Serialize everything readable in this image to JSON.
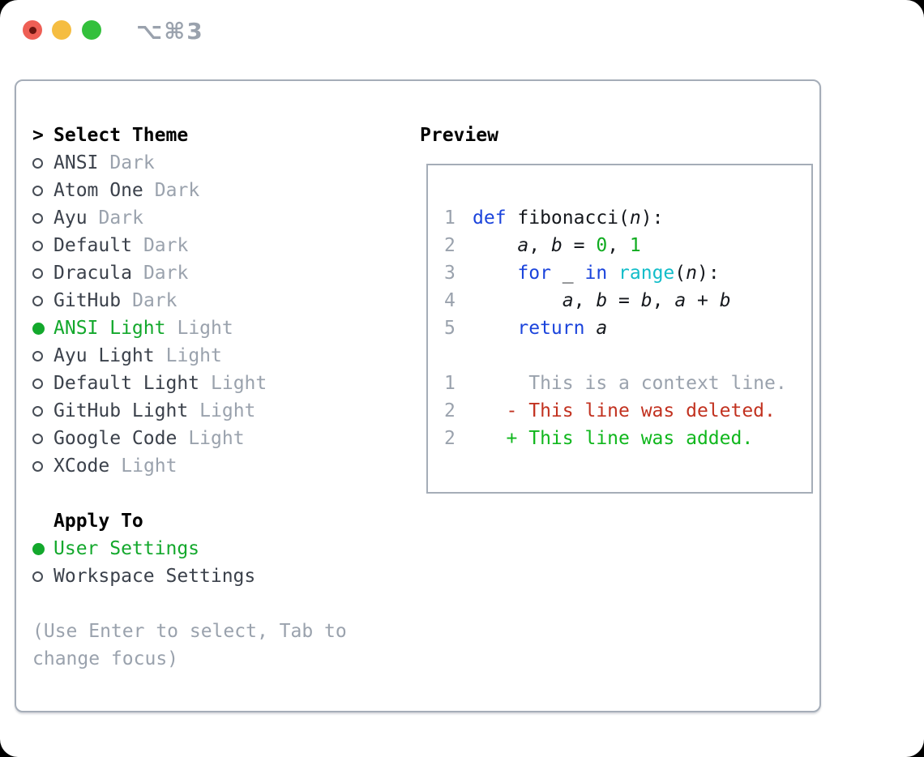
{
  "window": {
    "shortcut": "⌥⌘3",
    "traffic_lights": [
      "close",
      "minimize",
      "zoom"
    ]
  },
  "colors": {
    "traffic_red": "#ee5f55",
    "traffic_yellow": "#f5bd41",
    "traffic_green": "#33c03c",
    "panel_border": "#a5adb8",
    "muted_gray": "#9aa2ad",
    "text_dark": "#3b414b",
    "accent_green": "#13a82c",
    "token_blue": "#1b44dc",
    "token_cyan": "#12bdc9",
    "token_number_green": "#0fab1f",
    "diff_red": "#c23220",
    "diff_add_green": "#10b71d"
  },
  "theme_panel": {
    "prompt": ">",
    "title": "Select Theme",
    "themes": [
      {
        "name": "ANSI",
        "tag": "Dark",
        "selected": false
      },
      {
        "name": "Atom One",
        "tag": "Dark",
        "selected": false
      },
      {
        "name": "Ayu",
        "tag": "Dark",
        "selected": false
      },
      {
        "name": "Default",
        "tag": "Dark",
        "selected": false
      },
      {
        "name": "Dracula",
        "tag": "Dark",
        "selected": false
      },
      {
        "name": "GitHub",
        "tag": "Dark",
        "selected": false
      },
      {
        "name": "ANSI Light",
        "tag": "Light",
        "selected": true
      },
      {
        "name": "Ayu Light",
        "tag": "Light",
        "selected": false
      },
      {
        "name": "Default Light",
        "tag": "Light",
        "selected": false
      },
      {
        "name": "GitHub Light",
        "tag": "Light",
        "selected": false
      },
      {
        "name": "Google Code",
        "tag": "Light",
        "selected": false
      },
      {
        "name": "XCode",
        "tag": "Light",
        "selected": false
      }
    ],
    "apply_to": {
      "title": "Apply To",
      "options": [
        {
          "label": "User Settings",
          "selected": true
        },
        {
          "label": "Workspace Settings",
          "selected": false
        }
      ]
    },
    "help_lines": [
      "(Use Enter to select, Tab to",
      "change focus)"
    ]
  },
  "preview": {
    "title": "Preview",
    "code_lines": [
      {
        "num": "1",
        "segments": [
          {
            "t": "def",
            "c": "kw"
          },
          {
            "t": " fibonacci(",
            "c": "plain"
          },
          {
            "t": "n",
            "c": "var"
          },
          {
            "t": "):",
            "c": "plain"
          }
        ]
      },
      {
        "num": "2",
        "segments": [
          {
            "t": "    ",
            "c": "plain"
          },
          {
            "t": "a",
            "c": "var"
          },
          {
            "t": ", ",
            "c": "plain"
          },
          {
            "t": "b",
            "c": "var"
          },
          {
            "t": " = ",
            "c": "plain"
          },
          {
            "t": "0",
            "c": "numlit"
          },
          {
            "t": ", ",
            "c": "plain"
          },
          {
            "t": "1",
            "c": "numlit"
          }
        ]
      },
      {
        "num": "3",
        "segments": [
          {
            "t": "    ",
            "c": "plain"
          },
          {
            "t": "for",
            "c": "kw"
          },
          {
            "t": " _ ",
            "c": "plain"
          },
          {
            "t": "in",
            "c": "kw"
          },
          {
            "t": " ",
            "c": "plain"
          },
          {
            "t": "range",
            "c": "fn"
          },
          {
            "t": "(",
            "c": "plain"
          },
          {
            "t": "n",
            "c": "var"
          },
          {
            "t": "):",
            "c": "plain"
          }
        ]
      },
      {
        "num": "4",
        "segments": [
          {
            "t": "        ",
            "c": "plain"
          },
          {
            "t": "a",
            "c": "var"
          },
          {
            "t": ", ",
            "c": "plain"
          },
          {
            "t": "b",
            "c": "var"
          },
          {
            "t": " = ",
            "c": "plain"
          },
          {
            "t": "b",
            "c": "var"
          },
          {
            "t": ", ",
            "c": "plain"
          },
          {
            "t": "a",
            "c": "var"
          },
          {
            "t": " + ",
            "c": "plain"
          },
          {
            "t": "b",
            "c": "var"
          }
        ]
      },
      {
        "num": "5",
        "segments": [
          {
            "t": "    ",
            "c": "plain"
          },
          {
            "t": "return",
            "c": "kw"
          },
          {
            "t": " ",
            "c": "plain"
          },
          {
            "t": "a",
            "c": "var"
          }
        ]
      },
      {
        "num": "",
        "segments": []
      },
      {
        "num": "1",
        "segments": [
          {
            "t": "     This is a context line.",
            "c": "ctx"
          }
        ]
      },
      {
        "num": "2",
        "segments": [
          {
            "t": "   - This line was deleted.",
            "c": "del"
          }
        ]
      },
      {
        "num": "2",
        "segments": [
          {
            "t": "   + This line was added.",
            "c": "add"
          }
        ]
      }
    ]
  }
}
